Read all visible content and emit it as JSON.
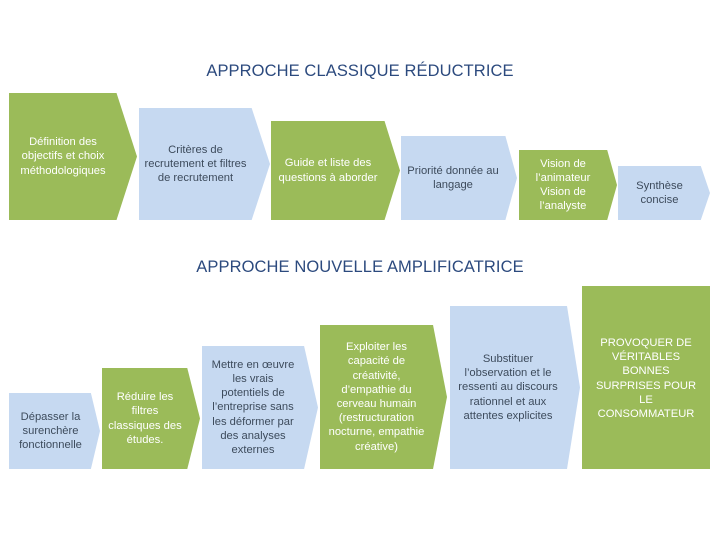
{
  "colors": {
    "green": "#9bbb59",
    "blue": "#c6d9f1",
    "title": "#2c4a7e"
  },
  "classic": {
    "title": "APPROCHE CLASSIQUE RÉDUCTRICE",
    "steps": [
      {
        "text": "Définition des\nobjectifs et choix\nméthodologiques",
        "color": "green"
      },
      {
        "text": "Critères de\nrecrutement et filtres\nde recrutement",
        "color": "blue"
      },
      {
        "text": "Guide et liste des\nquestions à aborder",
        "color": "green"
      },
      {
        "text": "Priorité donnée au\nlangage",
        "color": "blue"
      },
      {
        "text": "Vision de\nl’animateur\nVision de\nl’analyste",
        "color": "green"
      },
      {
        "text": "Synthèse\nconcise",
        "color": "blue"
      }
    ]
  },
  "new": {
    "title": "APPROCHE NOUVELLE AMPLIFICATRICE",
    "steps": [
      {
        "text": "Dépasser la\nsurenchère\nfonctionnelle",
        "color": "blue"
      },
      {
        "text": "Réduire les\nfiltres\nclassiques des\nétudes.",
        "color": "green"
      },
      {
        "text": "Mettre en œuvre\nles vrais\npotentiels de\nl’entreprise sans\nles déformer par\ndes analyses\nexternes",
        "color": "blue"
      },
      {
        "text": "Exploiter les\ncapacité de\ncréativité,\nd’empathie du\ncerveau humain\n(restructuration\nnocturne, empathie\ncréative)",
        "color": "green"
      },
      {
        "text": "Substituer\nl’observation et le\nressenti au discours\nrationnel et aux\nattentes explicites",
        "color": "blue"
      },
      {
        "text": "PROVOQUER DE\nVÉRITABLES\nBONNES\nSURPRISES POUR\nLE\nCONSOMMATEUR",
        "color": "green"
      }
    ]
  }
}
